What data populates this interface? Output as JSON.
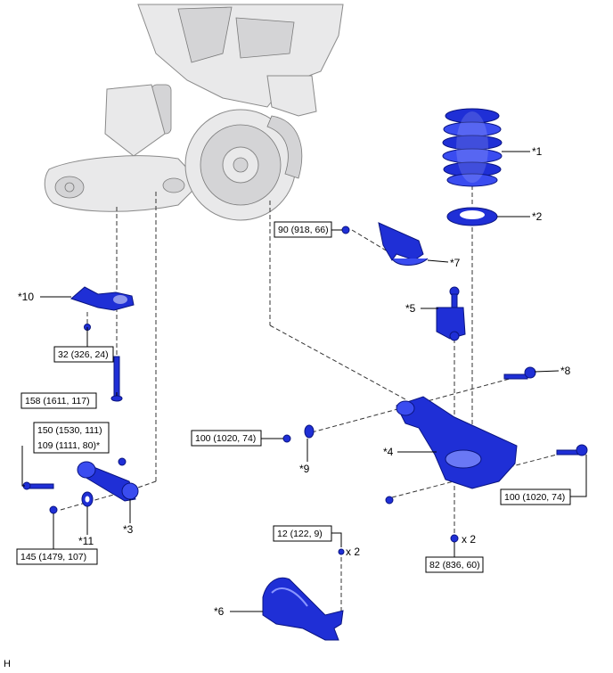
{
  "callouts": {
    "c1": "*1",
    "c2": "*2",
    "c3": "*3",
    "c4": "*4",
    "c5": "*5",
    "c6": "*6",
    "c7": "*7",
    "c8": "*8",
    "c9": "*9",
    "c10": "*10",
    "c11": "*11"
  },
  "torques": {
    "t_stab_link_nut": "90 (918, 66)",
    "t_bracket_bolt": "32 (326, 24)",
    "t_long_bolt": "158 (1611, 117)",
    "t_arm_bolt_a": "150 (1530, 111)",
    "t_arm_bolt_b": "109 (1111, 80)*",
    "t_arm_nut": "145 (1479, 107)",
    "t_lower_arm_nut_front": "100 (1020, 74)",
    "t_lower_arm_nut_rear": "100 (1020, 74)",
    "t_cover_bolt": "12 (122, 9)",
    "t_lower_bolt": "82 (836, 60)"
  },
  "quantities": {
    "q_cover": "x 2",
    "q_lower": "x 2"
  },
  "footer": {
    "mark": "H"
  },
  "colors": {
    "part_blue": "#1f2fd6",
    "part_outline": "#0a1480",
    "background_gray": "#e9e9ea"
  }
}
